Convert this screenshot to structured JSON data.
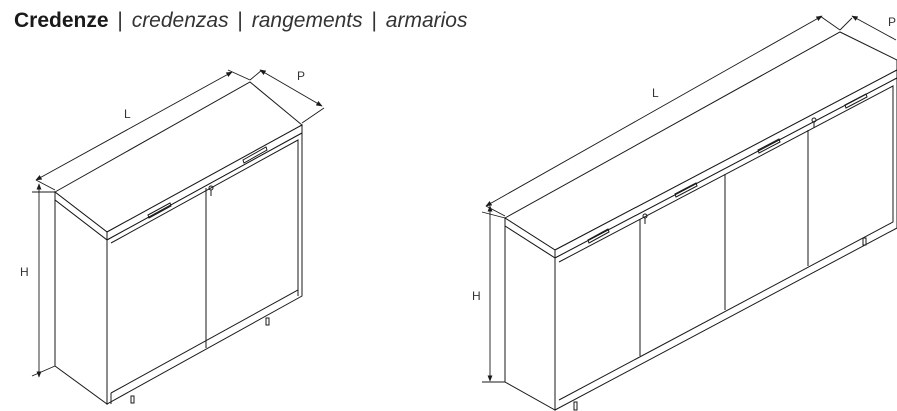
{
  "title": {
    "main": "Credenze",
    "separator": "|",
    "alt1": "credenzas",
    "alt2": "rangements",
    "alt3": "armarios"
  },
  "small_cabinet": {
    "label_l": "L",
    "label_p": "P",
    "label_h": "H"
  },
  "large_cabinet": {
    "label_l": "L",
    "label_p": "P",
    "label_h": "H"
  },
  "colors": {
    "line": "#1a1a1a",
    "background": "#ffffff"
  }
}
